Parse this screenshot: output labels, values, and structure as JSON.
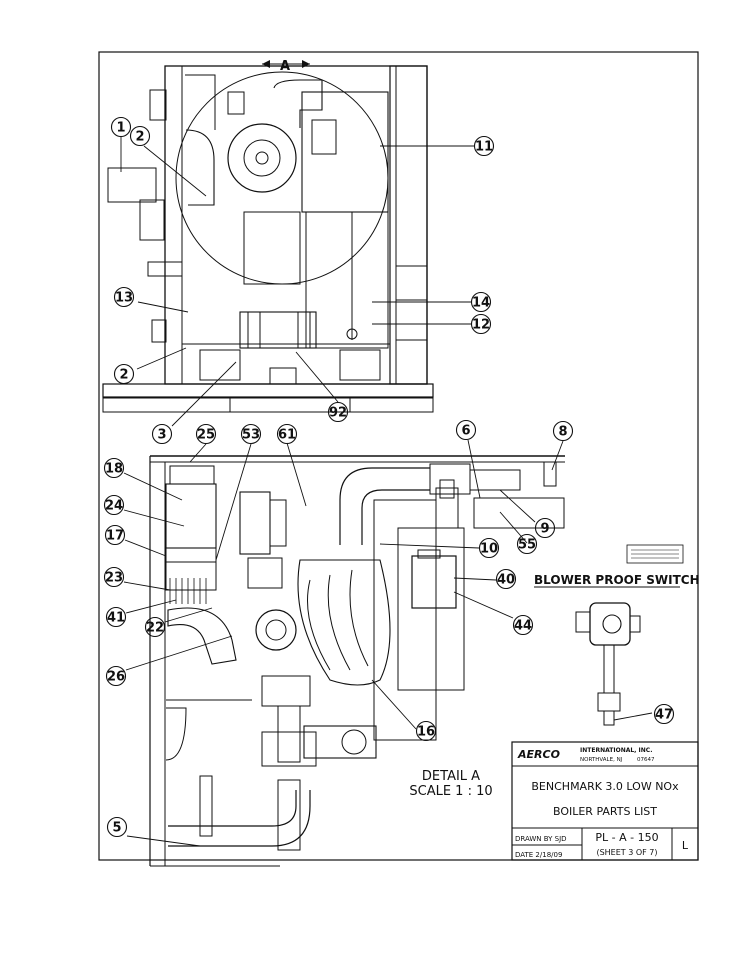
{
  "callouts_top": [
    "1",
    "2",
    "11",
    "13",
    "14",
    "12",
    "2",
    "3",
    "92"
  ],
  "callouts_bottom": [
    "25",
    "53",
    "61",
    "6",
    "8",
    "18",
    "24",
    "17",
    "23",
    "41",
    "22",
    "26",
    "9",
    "55",
    "10",
    "40",
    "44",
    "16",
    "5",
    "47"
  ],
  "top_view_marker": "A",
  "blower_label": "BLOWER PROOF SWITCH",
  "detail": {
    "line1": "DETAIL A",
    "line2": "SCALE 1 : 10"
  },
  "title_block": {
    "company_logo": "AERCO",
    "company_name": "INTERNATIONAL, INC.",
    "company_city": "NORTHVALE, NJ",
    "company_zip": "07647",
    "product": "BENCHMARK 3.0 LOW NOx",
    "doc_title": "BOILER PARTS LIST",
    "drawn_by": "DRAWN BY SJD",
    "date": "DATE 2/18/09",
    "doc_number": "PL - A - 150",
    "sheet": "(SHEET 3 OF 7)",
    "revision": "L"
  }
}
